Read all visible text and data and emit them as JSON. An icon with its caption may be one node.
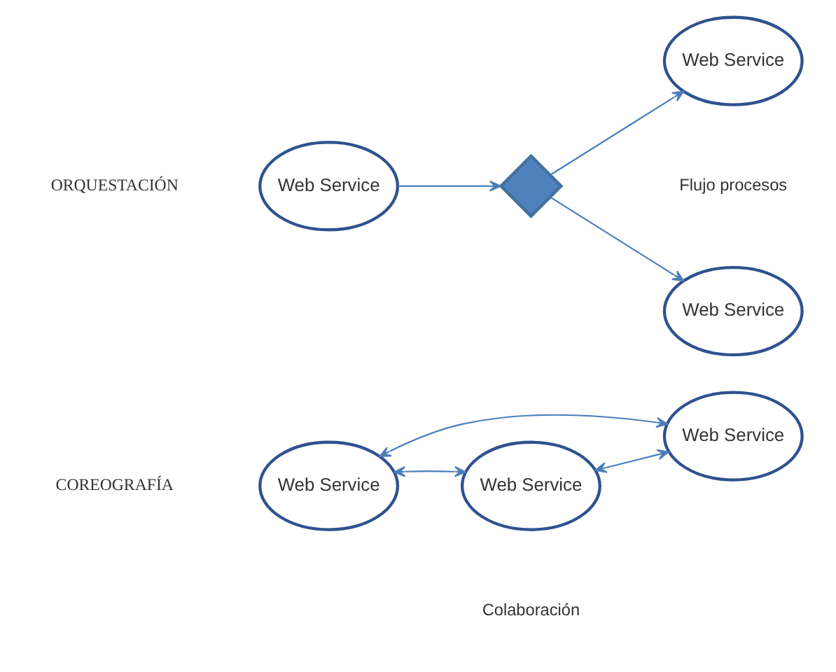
{
  "diagram": {
    "nodes": [
      {
        "text": [
          "Web Service"
        ]
      },
      {
        "text": [],
        "shape": "diamond"
      },
      {
        "text": [
          "Web Service"
        ]
      },
      {
        "text": [
          "Web Service"
        ]
      },
      {
        "text": [
          "Web Service"
        ]
      },
      {
        "text": [
          "Web Service"
        ]
      },
      {
        "text": [
          "Web Service"
        ]
      }
    ],
    "edges": [
      {
        "from": 0,
        "to": 1,
        "arrow": "to"
      },
      {
        "from": 1,
        "to": 2,
        "arrow": "to"
      },
      {
        "from": 1,
        "to": 3,
        "arrow": "to"
      },
      {
        "from": 4,
        "to": 5,
        "arrow": "both"
      },
      {
        "from": 4,
        "to": 6,
        "arrow": "both"
      },
      {
        "from": 5,
        "to": 6,
        "arrow": "both"
      }
    ],
    "labels": [
      "ORQUESTACIÓN",
      "Flujo procesos",
      "COREOGRAFÍA",
      "Colaboración"
    ]
  }
}
